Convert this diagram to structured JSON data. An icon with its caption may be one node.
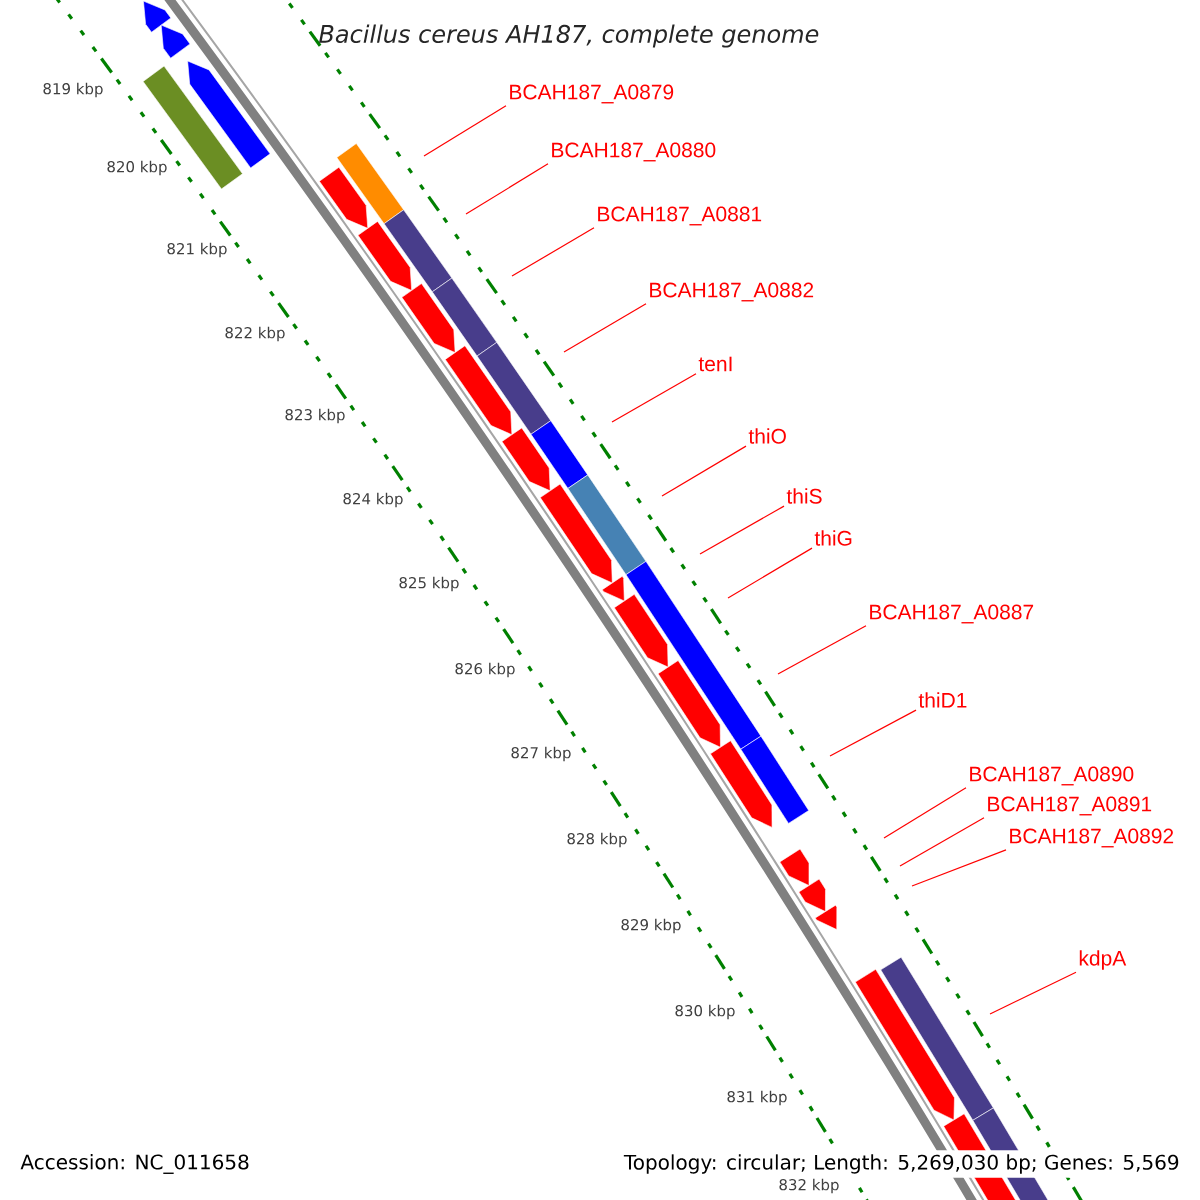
{
  "diagram": {
    "title": "Bacillus cereus AH187, complete genome",
    "nodes": [
      {
        "text": [
          "BCAH187_A0879"
        ]
      },
      {
        "text": [
          "BCAH187_A0880"
        ]
      },
      {
        "text": [
          "BCAH187_A0881"
        ]
      },
      {
        "text": [
          "BCAH187_A0882"
        ]
      },
      {
        "text": [
          "tenI"
        ]
      },
      {
        "text": [
          "thiO"
        ]
      },
      {
        "text": [
          "thiS"
        ]
      },
      {
        "text": [
          "thiG"
        ]
      },
      {
        "text": [
          "BCAH187_A0887"
        ]
      },
      {
        "text": [
          "thiD1"
        ]
      },
      {
        "text": [
          "BCAH187_A0890"
        ]
      },
      {
        "text": [
          "BCAH187_A0891"
        ]
      },
      {
        "text": [
          "BCAH187_A0892"
        ]
      },
      {
        "text": [
          "kdpA"
        ]
      }
    ],
    "edges": [
      {
        "from": 0,
        "to": null,
        "arrow": "none"
      },
      {
        "from": 1,
        "to": null,
        "arrow": "none"
      },
      {
        "from": 2,
        "to": null,
        "arrow": "none"
      },
      {
        "from": 3,
        "to": null,
        "arrow": "none"
      },
      {
        "from": 4,
        "to": null,
        "arrow": "none"
      },
      {
        "from": 5,
        "to": null,
        "arrow": "none"
      },
      {
        "from": 6,
        "to": null,
        "arrow": "none"
      },
      {
        "from": 7,
        "to": null,
        "arrow": "none"
      },
      {
        "from": 8,
        "to": null,
        "arrow": "none"
      },
      {
        "from": 9,
        "to": null,
        "arrow": "none"
      },
      {
        "from": 10,
        "to": null,
        "arrow": "none"
      },
      {
        "from": 11,
        "to": null,
        "arrow": "none"
      },
      {
        "from": 12,
        "to": null,
        "arrow": "none"
      },
      {
        "from": 13,
        "to": null,
        "arrow": "none"
      }
    ],
    "labels": [
      "819 kbp",
      "820 kbp",
      "821 kbp",
      "822 kbp",
      "823 kbp",
      "824 kbp",
      "825 kbp",
      "826 kbp",
      "827 kbp",
      "828 kbp",
      "829 kbp",
      "830 kbp",
      "831 kbp",
      "832 kbp",
      "Accession: NC_011658",
      "Topology: circular; Length: 5,269,030 bp; Genes: 5,569"
    ]
  }
}
